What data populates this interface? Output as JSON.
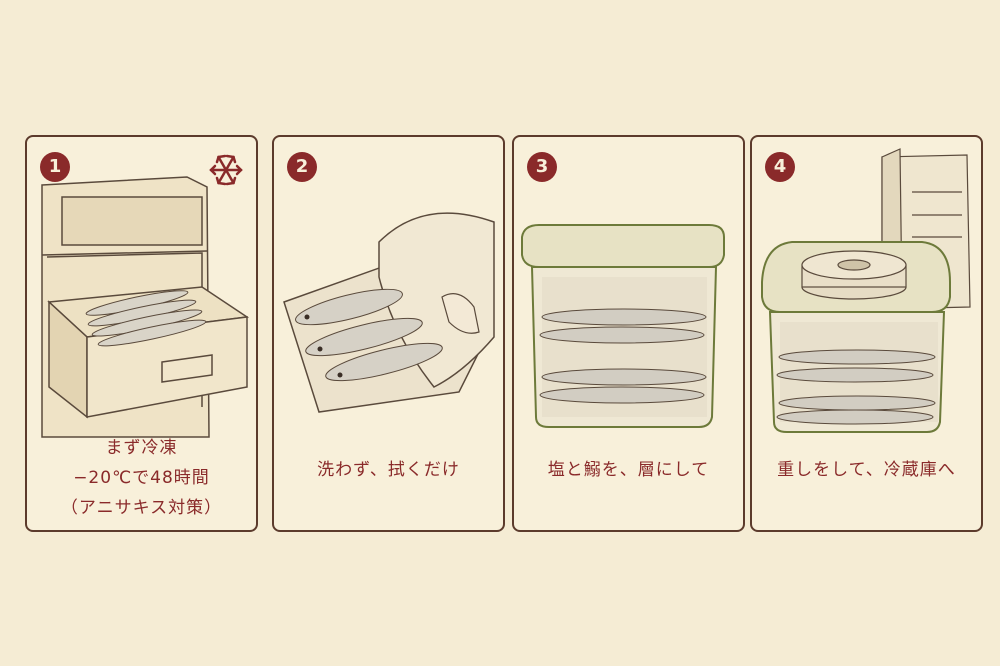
{
  "colors": {
    "background": "#f5ecd4",
    "panel": "#f8f0da",
    "border": "#5c3b2c",
    "accent": "#8a2a2a",
    "ink": "#5a4a3c"
  },
  "steps": [
    {
      "number": "1",
      "icon": "snowflake-icon",
      "lines": [
        "まず冷凍",
        "−20℃で48時間",
        "（アニサキス対策）"
      ]
    },
    {
      "number": "2",
      "lines": [
        "洗わず、拭くだけ"
      ]
    },
    {
      "number": "3",
      "lines": [
        "塩と鰯を、層にして"
      ]
    },
    {
      "number": "4",
      "lines": [
        "重しをして、冷蔵庫へ"
      ]
    }
  ]
}
